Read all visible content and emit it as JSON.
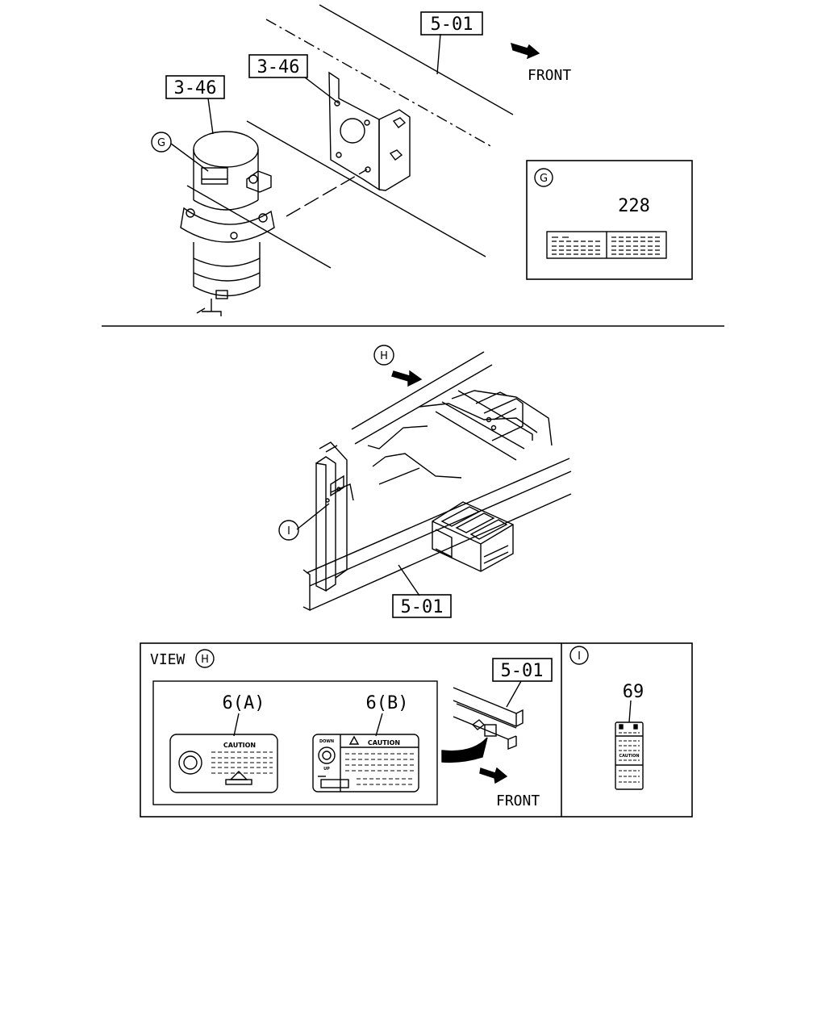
{
  "top_section": {
    "ref_frame_top": "5-01",
    "ref_bracket": "3-46",
    "ref_tank": "3-46",
    "direction_label": "FRONT",
    "callout_g": "G",
    "detail_g": {
      "circle": "G",
      "part_number": "228"
    }
  },
  "middle_section": {
    "callout_h": "H",
    "callout_i": "I",
    "ref_frame": "5-01"
  },
  "view_h_panel": {
    "title": "VIEW",
    "circle": "H",
    "label_a": {
      "part_number": "6(A)",
      "caption": "CAUTION"
    },
    "label_b": {
      "part_number": "6(B)",
      "caption": "CAUTION",
      "dial_top": "DOWN",
      "dial_bottom": "UP"
    },
    "ref_frame": "5-01",
    "direction_label": "FRONT"
  },
  "detail_i_panel": {
    "circle": "I",
    "part_number": "69",
    "caption": "CAUTION"
  },
  "colors": {
    "line": "#000000",
    "background": "#ffffff"
  }
}
